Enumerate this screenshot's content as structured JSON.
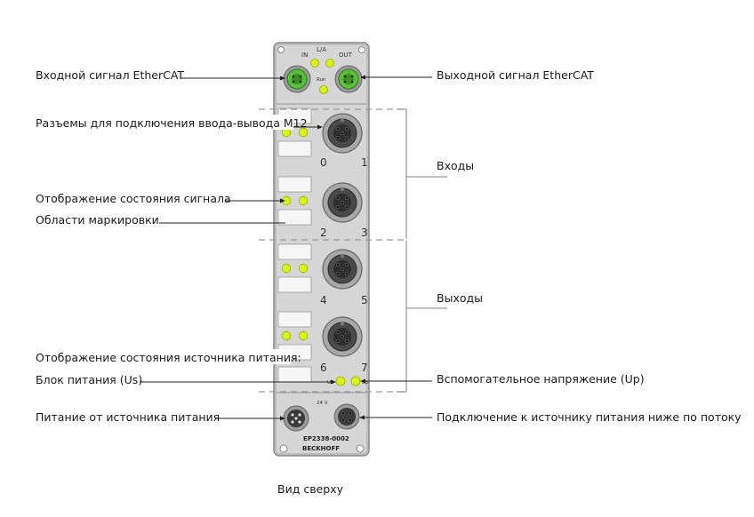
{
  "device": {
    "model": "EP2338-0002",
    "brand": "BECKHOFF",
    "top_labels": {
      "in": "IN",
      "la": "L/A",
      "out": "OUT",
      "run": "Run"
    },
    "power_labels": {
      "us": "Us",
      "up": "Up",
      "bottom_connector": "24 V"
    },
    "channel_numbers": [
      "0",
      "1",
      "2",
      "3",
      "4",
      "5",
      "6",
      "7"
    ],
    "led_color": "#d8f21a",
    "housing_color": "#d6d6d6",
    "connector_green": "#5cbf3a"
  },
  "labels": {
    "ethercat_in": "Входной сигнал EtherCAT",
    "ethercat_out": "Выходной сигнал EtherCAT",
    "m12_connectors": "Разъемы для подключения ввода-вывода М12",
    "signal_status": "Отображение состояния сигнала",
    "marking_areas": "Области маркировки",
    "power_status": "Отображение состояния источника питания:",
    "power_us": "Блок питания (Us)",
    "power_feed": "Питание от источника питания",
    "inputs": "Входы",
    "outputs": "Выходы",
    "aux_voltage": "Вспомогательное напряжение (Uр)",
    "power_downstream": "Подключение к источнику питания ниже по потоку"
  },
  "caption": "Вид сверху"
}
